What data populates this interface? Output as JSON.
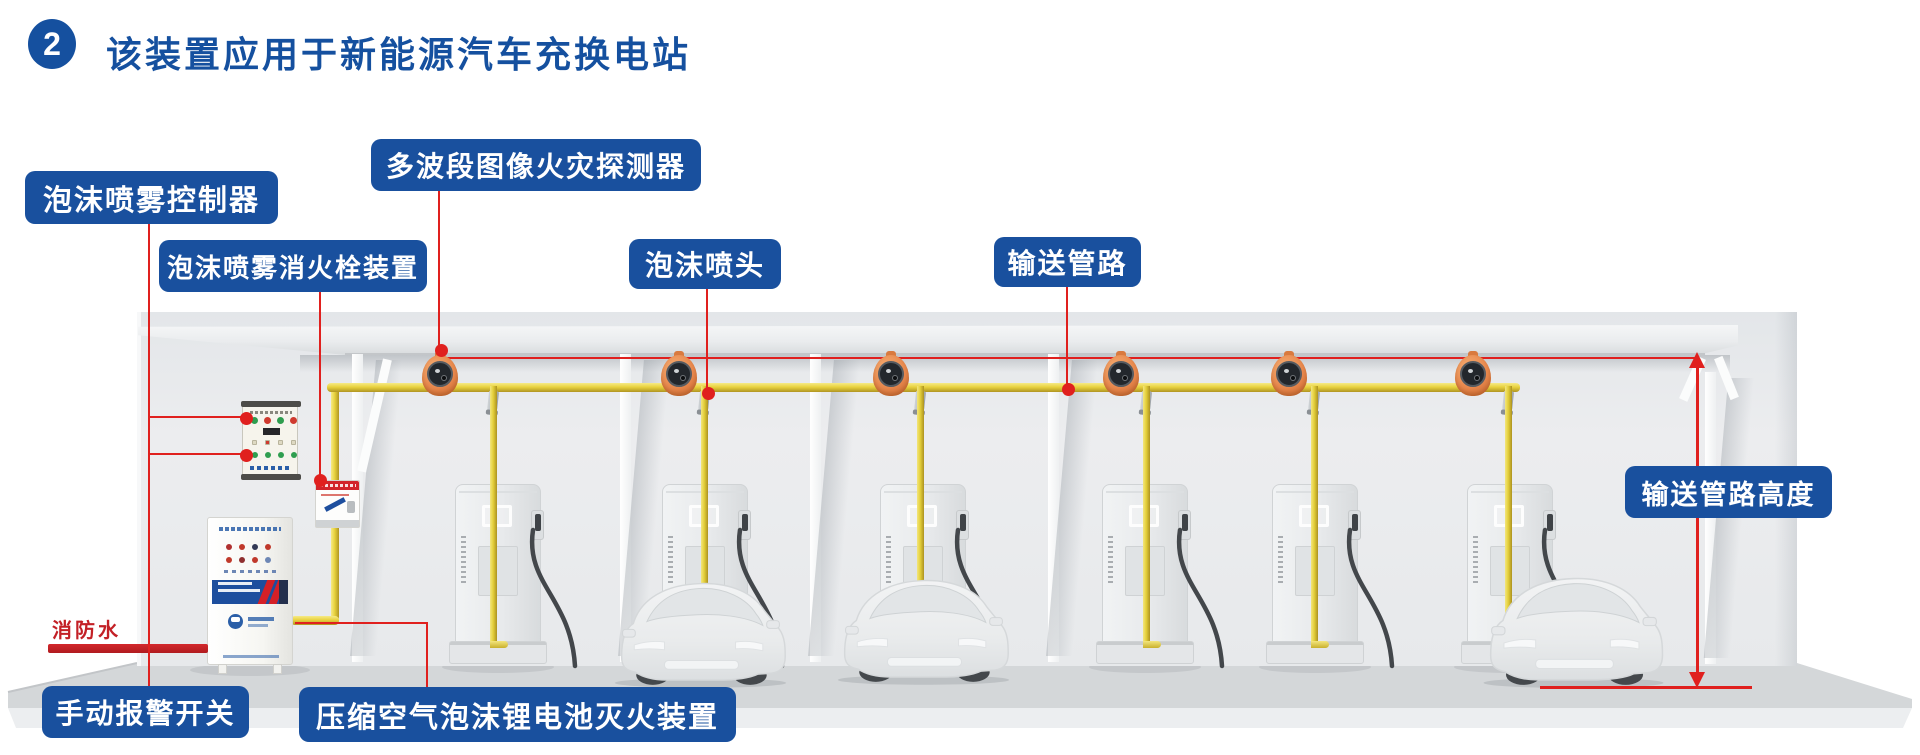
{
  "title": {
    "badge": "2",
    "text": "该装置应用于新能源汽车充换电站"
  },
  "callouts": {
    "foam_spray_controller": "泡沫喷雾控制器",
    "foam_hydrant_device": "泡沫喷雾消火栓装置",
    "multiband_image_fire_detector": "多波段图像火灾探测器",
    "foam_nozzle": "泡沫喷头",
    "delivery_pipeline": "输送管路",
    "delivery_pipeline_height": "输送管路高度",
    "manual_alarm_switch": "手动报警开关",
    "caf_lithium_battery_extinguishing_device": "压缩空气泡沫锂电池灭火装置",
    "fire_water": "消防水"
  },
  "colors": {
    "label_bg": "#19509e",
    "title_blue": "#15509f",
    "annotation_red": "#e0201e",
    "fire_water_red": "#c32026",
    "pipe_yellow": "#e6d13e",
    "detector_orange": "#e8884d"
  },
  "scene": {
    "fire_detectors": 6,
    "charging_piles": 6,
    "vehicles": 3
  }
}
